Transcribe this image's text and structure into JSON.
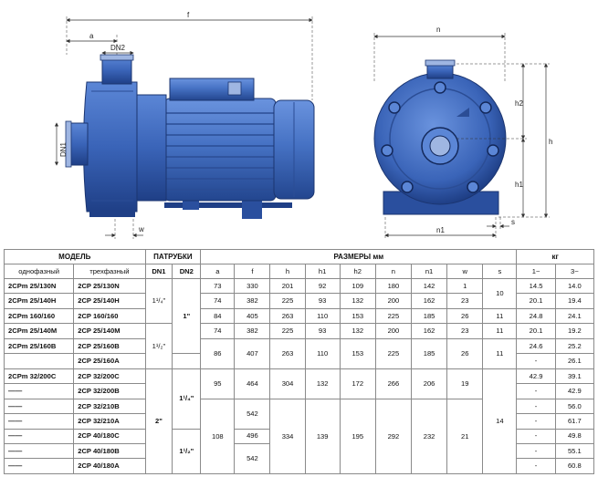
{
  "drawing": {
    "side_labels": {
      "f": "f",
      "a": "a",
      "dn2": "DN2",
      "dn1": "DN1",
      "w": "w"
    },
    "front_labels": {
      "n": "n",
      "h2": "h2",
      "h": "h",
      "h1": "h1",
      "s": "s",
      "n1": "n1"
    },
    "colors": {
      "pump_blue": "#3a64b8",
      "pump_dark": "#1f3f86",
      "motor_blue": "#4672c4"
    }
  },
  "table": {
    "header": {
      "model": "МОДЕЛЬ",
      "ports": "ПАТРУБКИ",
      "dims": "РАЗМЕРЫ мм",
      "weight": "кг"
    },
    "subheader": {
      "single": "однофазный",
      "three": "трехфазный",
      "dn1": "DN1",
      "dn2": "DN2",
      "a": "a",
      "f": "f",
      "h": "h",
      "h1": "h1",
      "h2": "h2",
      "n": "n",
      "n1": "n1",
      "w": "w",
      "s": "s",
      "w1": "1~",
      "w3": "3~"
    },
    "single_models": [
      "2CPm 25/130N",
      "2CPm 25/140H",
      "2CPm 160/160",
      "2CPm 25/140M",
      "2CPm 25/160B",
      "",
      "2CPm 32/200C",
      "——",
      "——",
      "——",
      "——",
      "——",
      "——"
    ],
    "three_models": [
      "2CP 25/130N",
      "2CP 25/140H",
      "2CP 160/160",
      "2CP 25/140M",
      "2CP 25/160B",
      "2CP 25/160A",
      "2CP 32/200C",
      "2CP 32/200B",
      "2CP 32/210B",
      "2CP 32/210A",
      "2CP 40/180C",
      "2CP 40/180B",
      "2CP 40/180A"
    ],
    "dn1": {
      "g1": "1¹/₄\"",
      "g2": "1¹/₂\"",
      "g3": "2\""
    },
    "dn2": {
      "g1": "1\"",
      "g2": "1¹/₄\"",
      "g3": "1¹/₂\""
    },
    "a": {
      "r1": "73",
      "r2": "74",
      "r3": "84",
      "r4": "74",
      "r5": "86",
      "r7": "95",
      "r8": "108"
    },
    "f": {
      "r1": "330",
      "r2": "382",
      "r3": "405",
      "r4": "382",
      "r5": "407",
      "r7": "464",
      "r9": "542",
      "r11": "496",
      "r12": "542"
    },
    "h": {
      "r1": "201",
      "r2": "225",
      "r3": "263",
      "r4": "225",
      "r5": "263",
      "r7": "304",
      "r8": "334"
    },
    "h1": {
      "r1": "92",
      "r2": "93",
      "r3": "110",
      "r4": "93",
      "r5": "110",
      "r7": "132",
      "r8": "139"
    },
    "h2": {
      "r1": "109",
      "r2": "132",
      "r3": "153",
      "r4": "132",
      "r5": "153",
      "r7": "172",
      "r8": "195"
    },
    "n": {
      "r1": "180",
      "r2": "200",
      "r3": "225",
      "r4": "200",
      "r5": "225",
      "r7": "266",
      "r8": "292"
    },
    "n1": {
      "r1": "142",
      "r2": "162",
      "r3": "185",
      "r4": "162",
      "r5": "185",
      "r7": "206",
      "r8": "232"
    },
    "w": {
      "r1": "1",
      "r2": "23",
      "r3": "26",
      "r4": "23",
      "r5": "26",
      "r7": "19",
      "r8": "21"
    },
    "s": {
      "g1": "10",
      "r3": "11",
      "r4": "11",
      "r5": "11",
      "g4": "14"
    },
    "kg1": [
      "14.5",
      "20.1",
      "24.8",
      "20.1",
      "24.6",
      "-",
      "42.9",
      "-",
      "-",
      "-",
      "-",
      "-",
      "-"
    ],
    "kg3": [
      "14.0",
      "19.4",
      "24.1",
      "19.2",
      "25.2",
      "26.1",
      "39.1",
      "42.9",
      "56.0",
      "61.7",
      "49.8",
      "55.1",
      "60.8"
    ]
  }
}
